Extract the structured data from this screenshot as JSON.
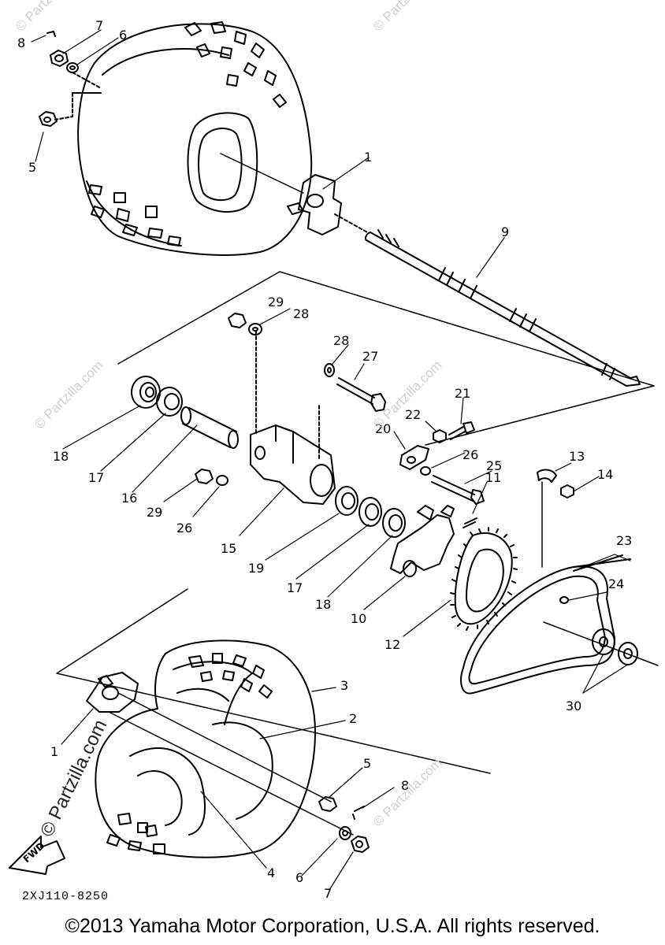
{
  "part_labels": [
    "1",
    "2",
    "3",
    "4",
    "5",
    "6",
    "7",
    "8",
    "9",
    "10",
    "11",
    "12",
    "13",
    "14",
    "15",
    "16",
    "17",
    "18",
    "19",
    "20",
    "21",
    "22",
    "23",
    "24",
    "25",
    "26",
    "27",
    "28",
    "29",
    "30"
  ],
  "callouts": {
    "c8a": "8",
    "c7a": "7",
    "c6a": "6",
    "c5a": "5",
    "c1a": "1",
    "c9": "9",
    "c29a": "29",
    "c28a": "28",
    "c28b": "28",
    "c27": "27",
    "c21": "21",
    "c22": "22",
    "c18a": "18",
    "c17a": "17",
    "c16": "16",
    "c20": "20",
    "c26a": "26",
    "c25": "25",
    "c13": "13",
    "c14": "14",
    "c11": "11",
    "c29b": "29",
    "c26b": "26",
    "c15": "15",
    "c19": "19",
    "c17b": "17",
    "c18b": "18",
    "c10": "10",
    "c12": "12",
    "c23": "23",
    "c24": "24",
    "c30": "30",
    "c3": "3",
    "c2": "2",
    "c1b": "1",
    "c5b": "5",
    "c8b": "8",
    "c4": "4",
    "c6b": "6",
    "c7b": "7"
  },
  "fwd_label": "FWD",
  "diagram_code": "2XJ110-8250",
  "watermark_main": "© Partzilla.com",
  "watermark_faint": "© Partzilla.com",
  "copyright": "©2013 Yamaha Motor Corporation, U.S.A. All rights reserved.",
  "colors": {
    "line": "#000000",
    "watermark": "#cfcfcf",
    "background": "#ffffff"
  }
}
